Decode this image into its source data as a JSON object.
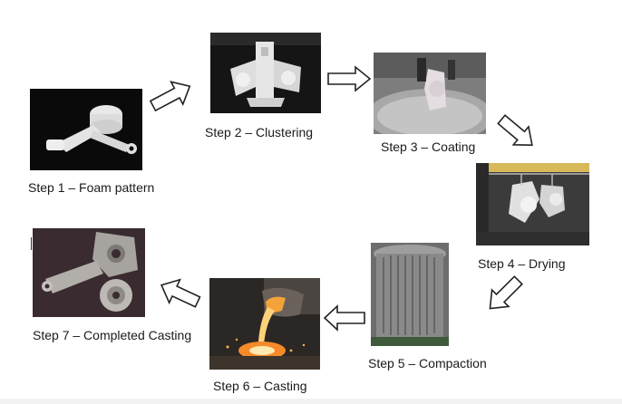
{
  "steps": [
    {
      "label": "Step 1 – Foam pattern"
    },
    {
      "label": "Step 2 – Clustering"
    },
    {
      "label": "Step 3 – Coating"
    },
    {
      "label": "Step 4 – Drying"
    },
    {
      "label": "Step 5 – Compaction"
    },
    {
      "label": "Step 6 – Casting"
    },
    {
      "label": "Step 7 – Completed Casting"
    }
  ],
  "arrows": [
    {
      "direction": "right-up",
      "icon": "arrow-icon"
    },
    {
      "direction": "right",
      "icon": "arrow-icon"
    },
    {
      "direction": "down-right",
      "icon": "arrow-icon"
    },
    {
      "direction": "down-left",
      "icon": "arrow-icon"
    },
    {
      "direction": "left",
      "icon": "arrow-icon"
    },
    {
      "direction": "left-up",
      "icon": "arrow-icon"
    }
  ],
  "colors": {
    "background": "#ffffff",
    "caption": "#1a1a1a",
    "arrow_fill": "#ffffff",
    "arrow_stroke": "#222222"
  }
}
